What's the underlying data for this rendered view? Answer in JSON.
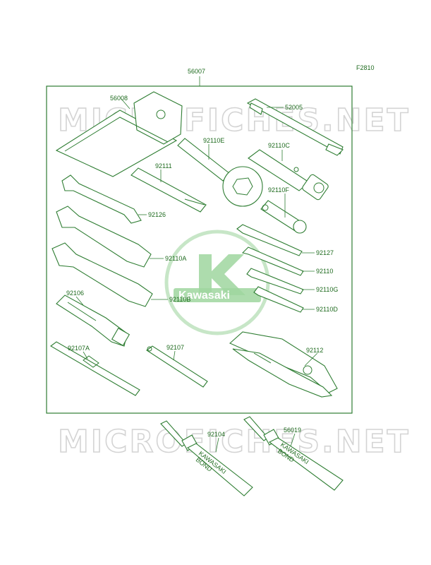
{
  "figure_code": "F2810",
  "watermark_text": "MICROFICHES.NET",
  "logo_text": "Kawasaki",
  "parts": {
    "p56007": "56007",
    "p56008": "56008",
    "p52005": "52005",
    "p92110E": "92110E",
    "p92110C": "92110C",
    "p92111": "92111",
    "p92110F": "92110F",
    "p92126": "92126",
    "p92127": "92127",
    "p92110A": "92110A",
    "p92110": "92110",
    "p92110G": "92110G",
    "p92110B": "92110B",
    "p92110D": "92110D",
    "p92106": "92106",
    "p92107A": "92107A",
    "p92107": "92107",
    "p92112": "92112",
    "p92104": "92104",
    "p56019": "56019"
  },
  "tube_print": [
    "KAWASAKI",
    "BOND"
  ],
  "colors": {
    "line": "#2e7d32",
    "label": "#1f6b1f",
    "watermark": "#d4d4d4",
    "logo": "#9fd69f"
  }
}
